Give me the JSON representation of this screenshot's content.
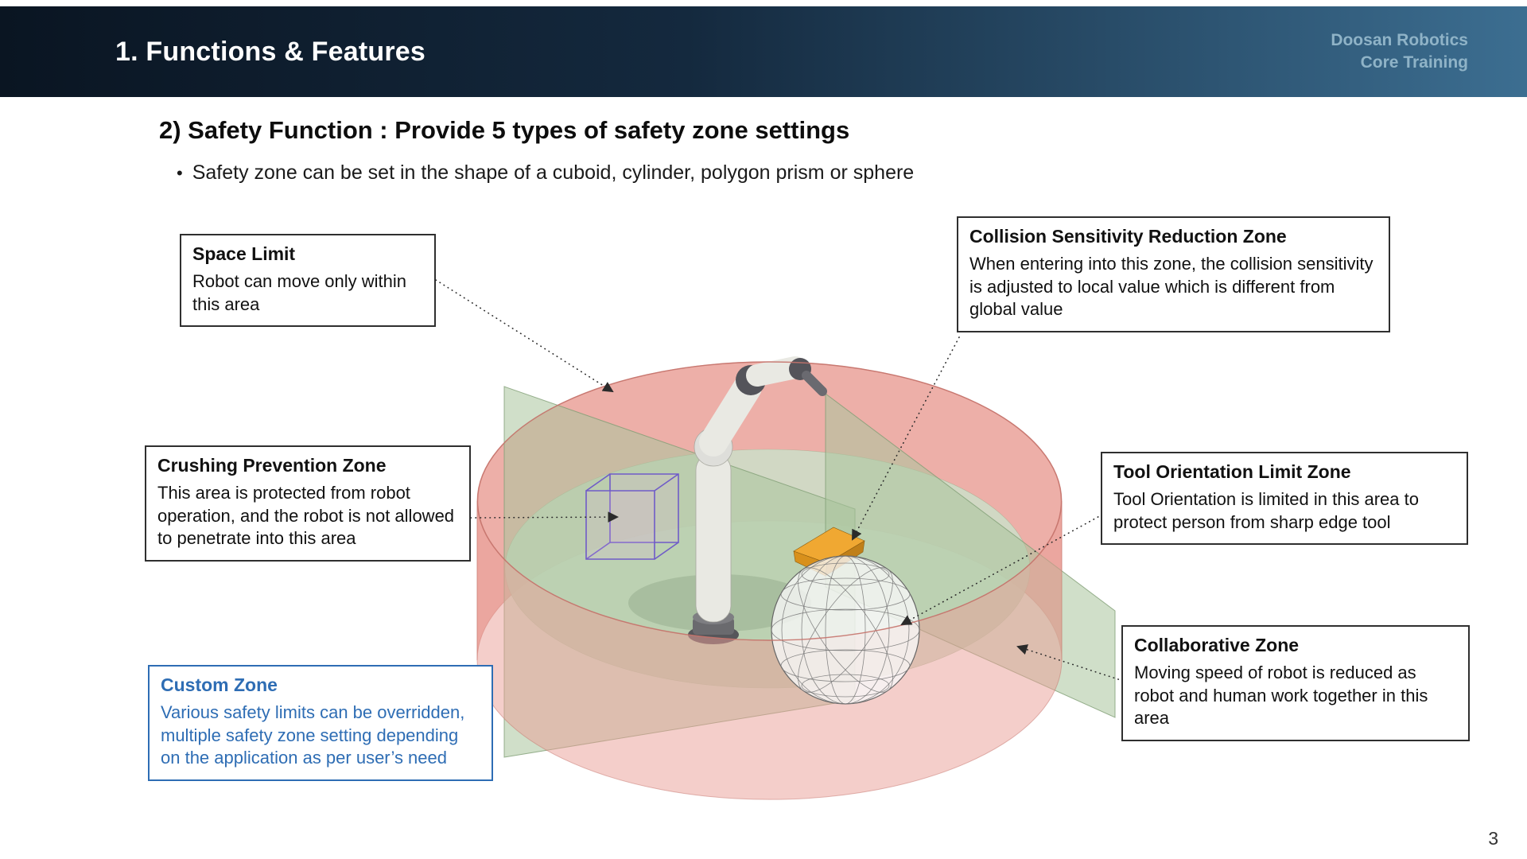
{
  "header": {
    "title": "1. Functions & Features",
    "brand_line1": "Doosan Robotics",
    "brand_line2": "Core Training"
  },
  "slide": {
    "heading": "2) Safety Function : Provide 5 types of safety zone settings",
    "bullet_marker": "•",
    "bullet": "Safety zone can be set in the shape of a cuboid, cylinder, polygon prism or sphere",
    "page_number": "3"
  },
  "callouts": {
    "space_limit": {
      "title": "Space Limit",
      "body": "Robot can move only within this area"
    },
    "collision": {
      "title": "Collision Sensitivity Reduction Zone",
      "body": "When entering into this zone, the collision sensitivity is adjusted to local value which is different from global value"
    },
    "crushing": {
      "title": "Crushing Prevention Zone",
      "body": "This area is protected from robot operation, and the robot is not allowed to penetrate into this area"
    },
    "tool_orientation": {
      "title": "Tool Orientation Limit Zone",
      "body": "Tool Orientation is limited in this area to protect person from sharp edge tool"
    },
    "collaborative": {
      "title": "Collaborative Zone",
      "body": "Moving speed of robot is reduced as robot and human work together in this area"
    },
    "custom": {
      "title": "Custom Zone",
      "body": "Various safety limits can be overridden, multiple safety zone setting depending on the application as per user’s need"
    }
  },
  "colors": {
    "header_gradient_left": "#0a1522",
    "header_gradient_right": "#3c6e91",
    "brand_text": "#8fb3c7",
    "custom_accent": "#2e6db4",
    "callout_border": "#2f2f2f",
    "zone_pink": "#e99d95",
    "zone_pink_edge": "#c5736c",
    "zone_green": "#a9c49c",
    "zone_green_edge": "#7f9d74",
    "floor_green": "#cdddc6",
    "cube_purple": "#6f5bc8",
    "tool_orange": "#f0a832"
  }
}
